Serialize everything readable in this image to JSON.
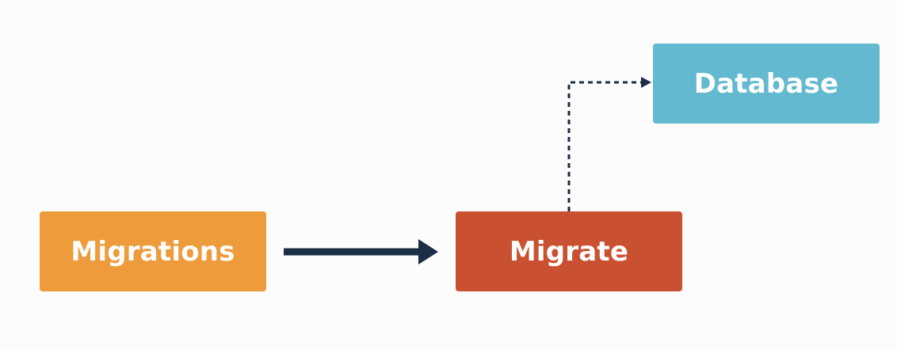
{
  "nodes": {
    "migrations": {
      "label": "Migrations"
    },
    "migrate": {
      "label": "Migrate"
    },
    "database": {
      "label": "Database"
    }
  },
  "edges": [
    {
      "from": "Migrations",
      "to": "Migrate",
      "style": "solid"
    },
    {
      "from": "Migrate",
      "to": "Database",
      "style": "dashed"
    }
  ],
  "colors": {
    "migrations": "#ed9b3b",
    "migrate": "#c95131",
    "database": "#62b9d0",
    "arrow": "#1b2e45",
    "text": "#ffffff"
  }
}
